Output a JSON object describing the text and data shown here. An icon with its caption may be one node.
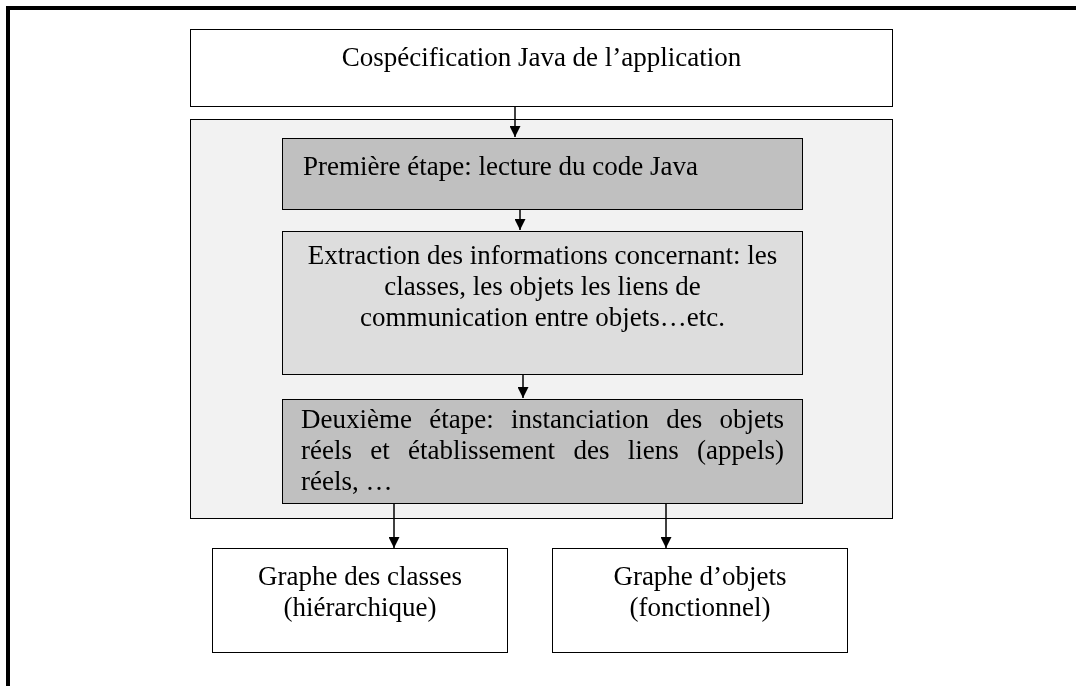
{
  "diagram": {
    "nodes": [
      {
        "text": [
          "Cospécification Java de l’application"
        ]
      },
      {
        "text": [],
        "shape": "box"
      },
      {
        "text": [
          "Première étape: lecture du code Java"
        ],
        "in": 1
      },
      {
        "text": [
          "Extraction des informations concernant: les classes, les objets les liens de communication entre objets…etc."
        ],
        "in": 1
      },
      {
        "text": [
          "Deuxième étape: instanciation des objets réels et établissement des liens (appels) réels, …"
        ],
        "in": 1
      },
      {
        "text": [
          "Graphe des classes (hiérarchique)"
        ]
      },
      {
        "text": [
          "Graphe d’objets (fonctionnel)"
        ]
      }
    ],
    "edges": [
      {
        "from": 0,
        "to": 2,
        "arrow": "to"
      },
      {
        "from": 2,
        "to": 3,
        "arrow": "to"
      },
      {
        "from": 3,
        "to": 4,
        "arrow": "to"
      },
      {
        "from": 4,
        "to": 5,
        "arrow": "to"
      },
      {
        "from": 4,
        "to": 6,
        "arrow": "to"
      }
    ]
  }
}
